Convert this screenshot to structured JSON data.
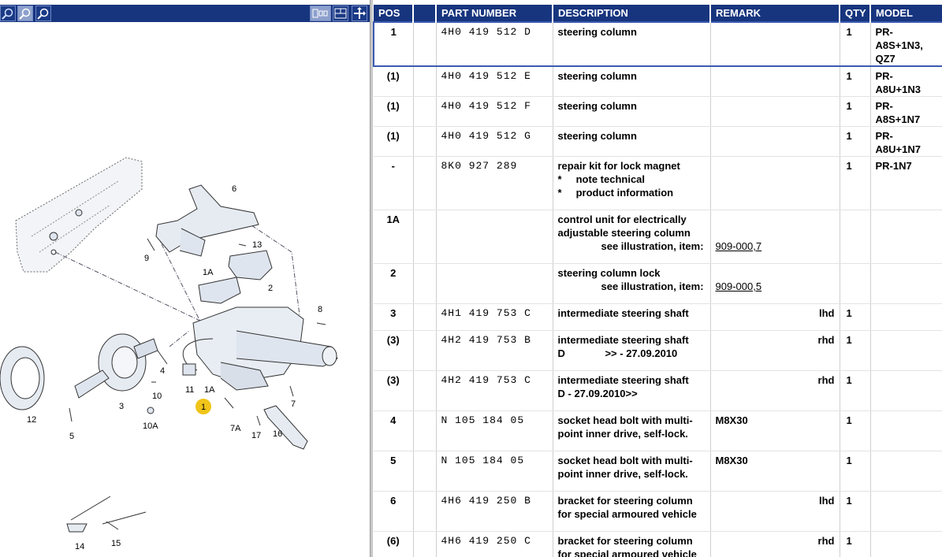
{
  "toolbar": {
    "left_icons": [
      "zoom-in-icon",
      "zoom-out-icon",
      "search-icon"
    ],
    "right_icons": [
      "fit-page-icon",
      "layout-icon",
      "pan-icon"
    ]
  },
  "illustration": {
    "labels": [
      "6",
      "13",
      "9",
      "2",
      "1A",
      "8",
      "4",
      "10",
      "3",
      "12",
      "5",
      "10A",
      "11",
      "1A",
      "1",
      "7A",
      "17",
      "16",
      "7",
      "14",
      "15"
    ]
  },
  "table": {
    "columns": [
      "POS",
      "",
      "PART NUMBER",
      "DESCRIPTION",
      "REMARK",
      "QTY",
      "MODEL"
    ],
    "rows": [
      {
        "pos": "1",
        "part": "4H0 419 512 D",
        "desc": [
          "steering column"
        ],
        "remark": "",
        "side": "",
        "qty": "1",
        "model": "PR-A8S+1N3, QZ7"
      },
      {
        "pos": "(1)",
        "part": "4H0 419 512 E",
        "desc": [
          "steering column"
        ],
        "remark": "",
        "side": "",
        "qty": "1",
        "model": "PR-A8U+1N3"
      },
      {
        "pos": "(1)",
        "part": "4H0 419 512 F",
        "desc": [
          "steering column"
        ],
        "remark": "",
        "side": "",
        "qty": "1",
        "model": "PR-A8S+1N7"
      },
      {
        "pos": "(1)",
        "part": "4H0 419 512 G",
        "desc": [
          "steering column"
        ],
        "remark": "",
        "side": "",
        "qty": "1",
        "model": "PR-A8U+1N7"
      },
      {
        "pos": "-",
        "part": "8K0 927 289",
        "desc": [
          "repair kit for lock magnet",
          "*     note technical",
          "*     product information"
        ],
        "remark": "",
        "side": "",
        "qty": "1",
        "model": "PR-1N7"
      },
      {
        "pos": "1A",
        "part": "",
        "desc": [
          "control unit for electrically",
          "adjustable steering column"
        ],
        "see": "see illustration, item:",
        "link": "909-000,7",
        "remark": "",
        "side": "",
        "qty": "",
        "model": ""
      },
      {
        "pos": "2",
        "part": "",
        "desc": [
          "steering column lock"
        ],
        "see": "see illustration, item:",
        "link": "909-000,5",
        "remark": "",
        "side": "",
        "qty": "",
        "model": ""
      },
      {
        "pos": "3",
        "part": "4H1 419 753 C",
        "desc": [
          "intermediate steering shaft"
        ],
        "remark": "",
        "side": "lhd",
        "qty": "1",
        "model": ""
      },
      {
        "pos": "(3)",
        "part": "4H2 419 753 B",
        "desc": [
          "intermediate steering shaft",
          "D              >> - 27.09.2010"
        ],
        "remark": "",
        "side": "rhd",
        "qty": "1",
        "model": ""
      },
      {
        "pos": "(3)",
        "part": "4H2 419 753 C",
        "desc": [
          "intermediate steering shaft",
          "D - 27.09.2010>>"
        ],
        "remark": "",
        "side": "rhd",
        "qty": "1",
        "model": ""
      },
      {
        "pos": "4",
        "part": "N    105 184 05",
        "desc": [
          "socket head bolt with multi-",
          "point inner drive, self-lock."
        ],
        "remark": "M8X30",
        "side": "",
        "qty": "1",
        "model": ""
      },
      {
        "pos": "5",
        "part": "N    105 184 05",
        "desc": [
          "socket head bolt with multi-",
          "point inner drive, self-lock."
        ],
        "remark": "M8X30",
        "side": "",
        "qty": "1",
        "model": ""
      },
      {
        "pos": "6",
        "part": "4H6 419 250 B",
        "desc": [
          "bracket for steering column",
          "for special armoured vehicle"
        ],
        "remark": "",
        "side": "lhd",
        "qty": "1",
        "model": ""
      },
      {
        "pos": "(6)",
        "part": "4H6 419 250 C",
        "desc": [
          "bracket for steering column",
          "for special armoured vehicle"
        ],
        "remark": "",
        "side": "rhd",
        "qty": "1",
        "model": ""
      }
    ]
  }
}
